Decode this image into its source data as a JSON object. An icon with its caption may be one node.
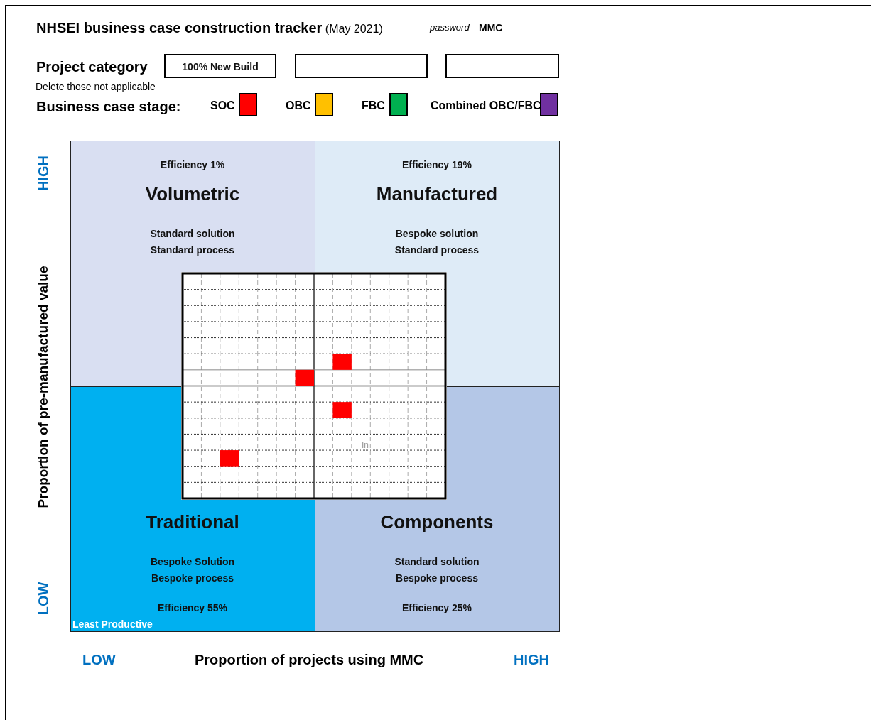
{
  "diagram": {
    "title": "**NHSEI business case construction tracker** (May 2021)",
    "nodes": [
      {
        "text": [
          "100% New Build"
        ]
      },
      {
        "text": [],
        "shape": "box"
      },
      {
        "text": [],
        "shape": "box"
      },
      {
        "text": [
          "Efficiency 1%",
          "Volumetric",
          "Standard solution Standard process"
        ]
      },
      {
        "text": [
          "Efficiency 19%",
          "Manufactured",
          "Bespoke solution Standard process"
        ]
      },
      {
        "text": [
          "Traditional",
          "Bespoke Solution Bespoke process",
          "Efficiency 55%",
          "Least Productive"
        ]
      },
      {
        "text": [
          "Components",
          "Standard solution Bespoke process",
          "Efficiency 25%"
        ]
      }
    ],
    "labels": [
      "password",
      "MMC",
      "Project category",
      "Delete those not applicable",
      "Business case stage:",
      "HIGH",
      "Proportion of pre-manufactured value",
      "LOW",
      "In",
      "LOW",
      "Proportion of projects using MMC",
      "HIGH"
    ],
    "legend": [
      {
        "text": "SOC",
        "color": "#ff0000"
      },
      {
        "text": "OBC",
        "color": "#ffc000"
      },
      {
        "text": "FBC",
        "color": "#00b050"
      },
      {
        "text": "Combined OBC/FBC",
        "color": "#7030a0"
      }
    ]
  }
}
